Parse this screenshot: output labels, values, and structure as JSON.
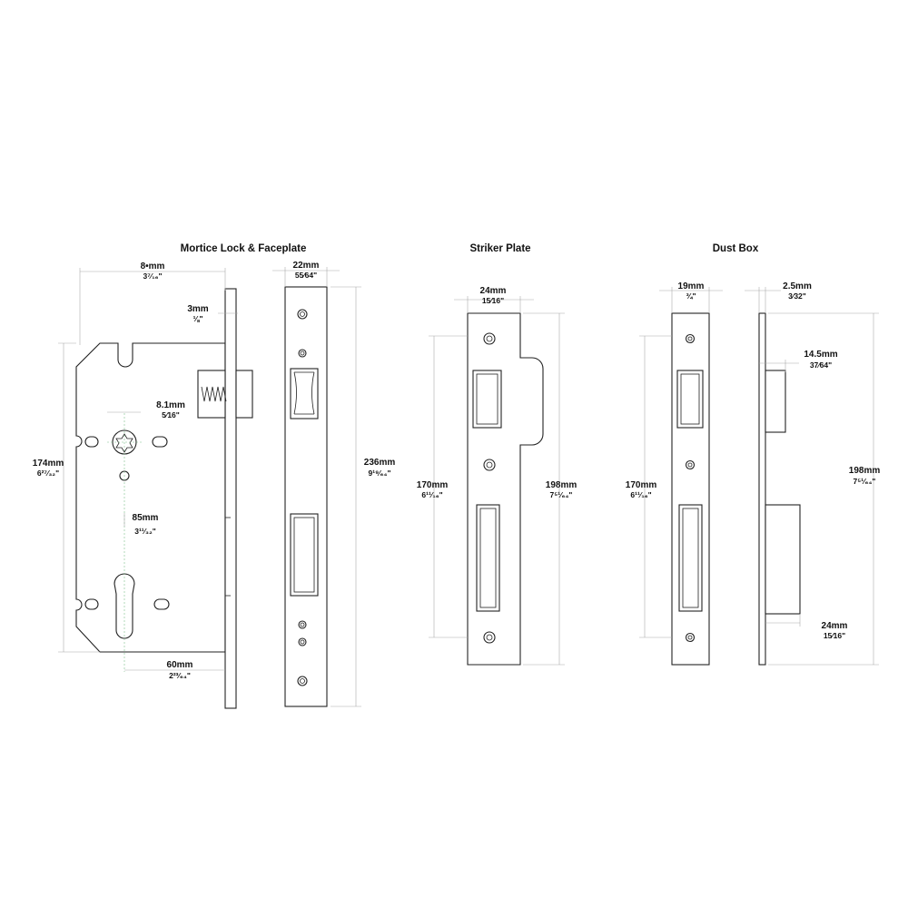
{
  "mortice": {
    "title": "Mortice Lock & Faceplate",
    "backset": {
      "mm": "8•mm",
      "inch": "3⁷⁄₁₆\""
    },
    "faceplate_width": {
      "mm": "22mm",
      "inch": "55⁄64\""
    },
    "plate_thickness": {
      "mm": "3mm",
      "inch": "⅛\""
    },
    "spindle": {
      "mm": "8.1mm",
      "inch": "5⁄16\""
    },
    "height": {
      "mm": "174mm",
      "inch": "6²⁷⁄₃₂\""
    },
    "centres": {
      "mm": "85mm",
      "inch": "3¹¹⁄₃₂\""
    },
    "cylinder_backset": {
      "mm": "60mm",
      "inch": "2²³⁄₆₄\""
    },
    "faceplate_height": {
      "mm": "236mm",
      "inch": "9¹⁹⁄₆₄\""
    }
  },
  "striker": {
    "title": "Striker Plate",
    "width": {
      "mm": "24mm",
      "inch": "15⁄16\""
    },
    "inner_height": {
      "mm": "170mm",
      "inch": "6¹¹⁄₁₆\""
    },
    "height": {
      "mm": "198mm",
      "inch": "7⁵¹⁄₆₄\""
    }
  },
  "dustbox": {
    "title": "Dust Box",
    "width": {
      "mm": "19mm",
      "inch": "¾\""
    },
    "thickness": {
      "mm": "2.5mm",
      "inch": "3⁄32\""
    },
    "depth": {
      "mm": "14.5mm",
      "inch": "37⁄64\""
    },
    "inner_height": {
      "mm": "170mm",
      "inch": "6¹¹⁄₁₆\""
    },
    "height": {
      "mm": "198mm",
      "inch": "7⁵¹⁄₆₄\""
    },
    "box_depth": {
      "mm": "24mm",
      "inch": "15⁄16\""
    }
  }
}
